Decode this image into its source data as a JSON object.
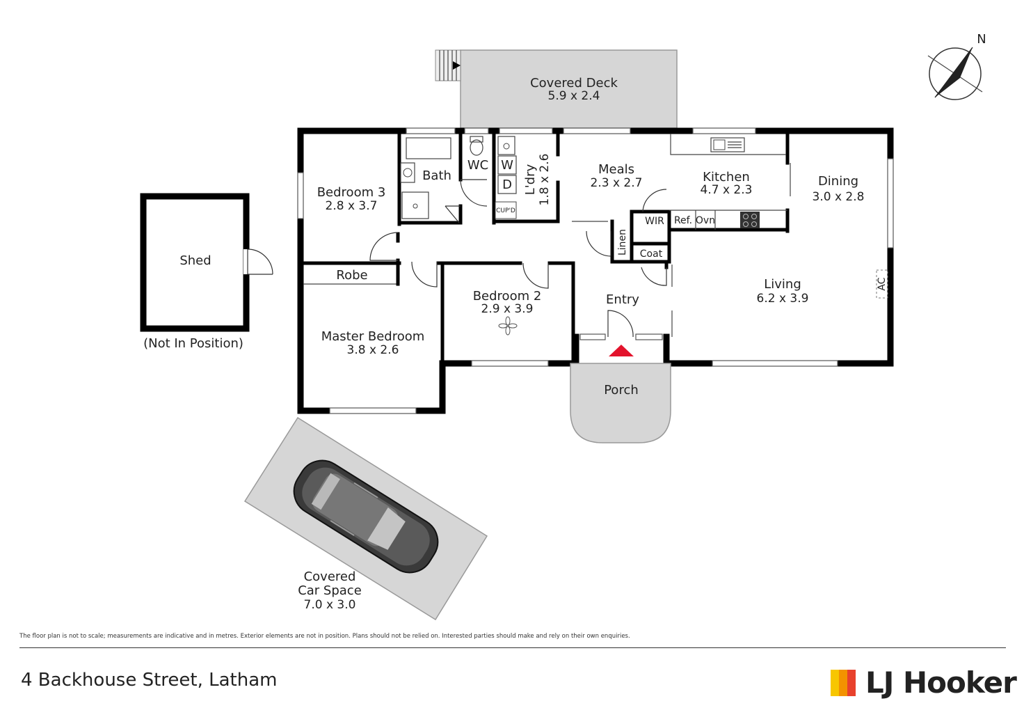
{
  "plan": {
    "rooms": {
      "covered_deck": {
        "name": "Covered Deck",
        "dim": "5.9 x 2.4"
      },
      "bedroom3": {
        "name": "Bedroom 3",
        "dim": "2.8 x 3.7"
      },
      "bath": {
        "name": "Bath"
      },
      "wc": {
        "name": "WC"
      },
      "laundry": {
        "name": "L'dry",
        "dim": "1.8 x 2.6"
      },
      "washer": {
        "name": "W"
      },
      "dryer": {
        "name": "D"
      },
      "cupboard": {
        "name": "CUP'D"
      },
      "meals": {
        "name": "Meals",
        "dim": "2.3 x 2.7"
      },
      "kitchen": {
        "name": "Kitchen",
        "dim": "4.7 x 2.3"
      },
      "dining": {
        "name": "Dining",
        "dim": "3.0 x 2.8"
      },
      "wir": {
        "name": "WIR"
      },
      "ref": {
        "name": "Ref."
      },
      "oven": {
        "name": "Ovn"
      },
      "linen": {
        "name": "Linen"
      },
      "coat": {
        "name": "Coat"
      },
      "shed": {
        "name": "Shed"
      },
      "shed_note": {
        "name": "(Not In Position)"
      },
      "robe": {
        "name": "Robe"
      },
      "master": {
        "name": "Master Bedroom",
        "dim": "3.8 x 2.6"
      },
      "bedroom2": {
        "name": "Bedroom 2",
        "dim": "2.9 x 3.9"
      },
      "entry": {
        "name": "Entry"
      },
      "living": {
        "name": "Living",
        "dim": "6.2 x 3.9"
      },
      "ac": {
        "name": "AC"
      },
      "porch": {
        "name": "Porch"
      },
      "car_space": {
        "line1": "Covered",
        "line2": "Car Space",
        "dim": "7.0 x 3.0"
      }
    },
    "north": "N"
  },
  "footer": {
    "disclaimer": "The floor plan is not to scale; measurements are indicative and in metres. Exterior elements are not in position. Plans should not be relied on. Interested parties should make and rely on their own enquiries.",
    "address": "4 Backhouse Street, Latham",
    "brand": "LJ Hooker",
    "brand_colors": [
      "#f7c600",
      "#f39200",
      "#e8412c",
      "#d4145a"
    ]
  },
  "colors": {
    "wall": "#000000",
    "deck_fill": "#d6d6d6",
    "entry_marker": "#e3132c"
  }
}
